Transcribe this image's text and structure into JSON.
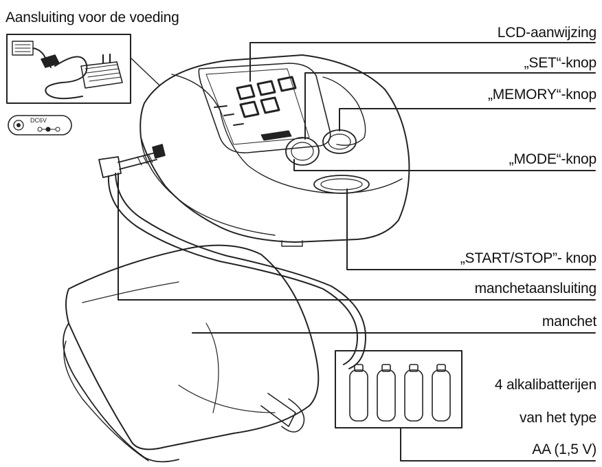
{
  "power_label": "Aansluiting voor de voeding",
  "dc_label": "DC6V",
  "callouts": {
    "lcd": "LCD-aanwijzing",
    "set": "„SET“-knop",
    "memory": "„MEMORY“-knop",
    "mode": "„MODE“-knop",
    "start_stop": "„START/STOP”- knop",
    "cuff_connector": "manchetaansluiting",
    "cuff": "manchet"
  },
  "batteries": {
    "line1": "4 alkalibatterijen",
    "line2": "van het type",
    "line3": "AA (1,5 V)"
  }
}
